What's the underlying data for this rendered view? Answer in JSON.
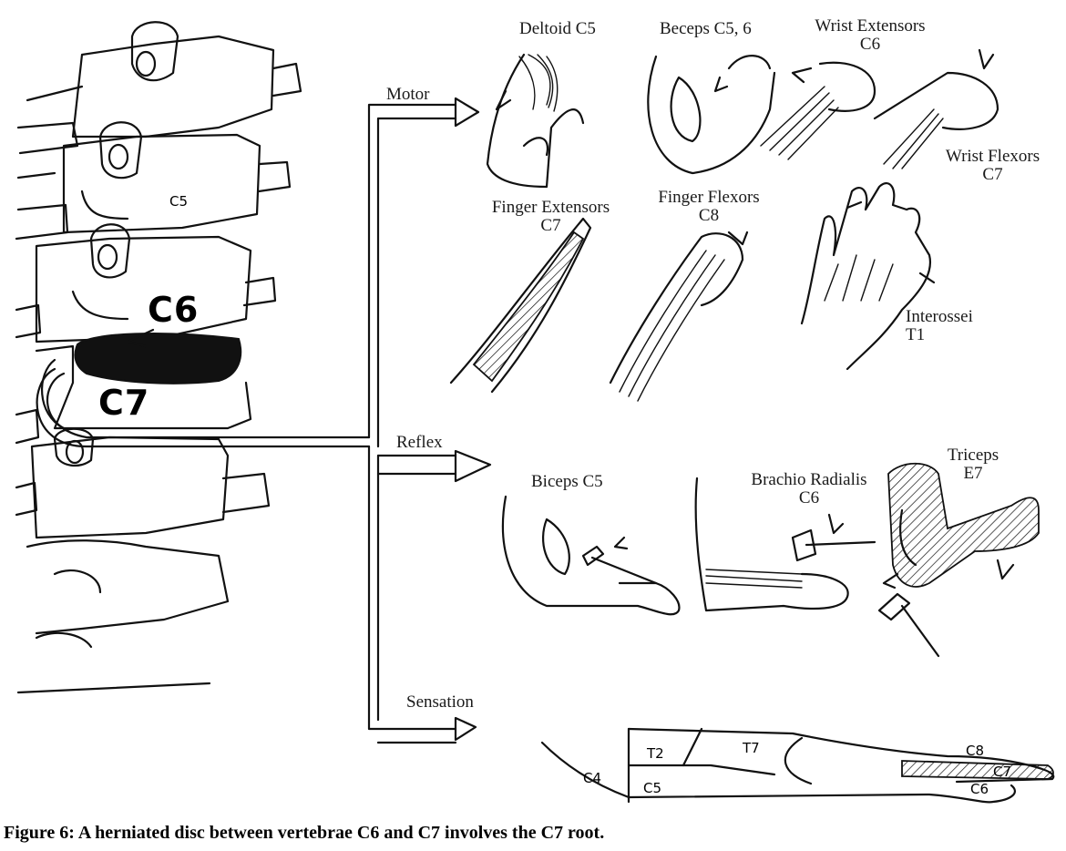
{
  "vertebrae": {
    "c5": "C5",
    "c6": "C6",
    "c7": "C7"
  },
  "branches": {
    "motor": "Motor",
    "reflex": "Reflex",
    "sensation": "Sensation"
  },
  "motor_labels": {
    "deltoid": "Deltoid C5",
    "biceps_line1": "Beceps C5, 6",
    "wrist_ext_line1": "Wrist Extensors",
    "wrist_ext_line2": "C6",
    "wrist_flex_line1": "Wrist Flexors",
    "wrist_flex_line2": "C7",
    "finger_ext_line1": "Finger Extensors",
    "finger_ext_line2": "C7",
    "finger_flex_line1": "Finger Flexors",
    "finger_flex_line2": "C8",
    "interossei_line1": "Interossei",
    "interossei_line2": "T1"
  },
  "reflex_labels": {
    "biceps": "Biceps C5",
    "brachio_line1": "Brachio Radialis",
    "brachio_line2": "C6",
    "triceps_line1": "Triceps",
    "triceps_line2": "E7"
  },
  "dermatomes": {
    "c4": "C4",
    "t2": "T2",
    "t7": "T7",
    "c5": "C5",
    "c8": "C8",
    "c7": "C7",
    "c6": "C6"
  },
  "caption": "Figure 6: A herniated disc between vertebrae C6 and C7 involves the C7 root."
}
